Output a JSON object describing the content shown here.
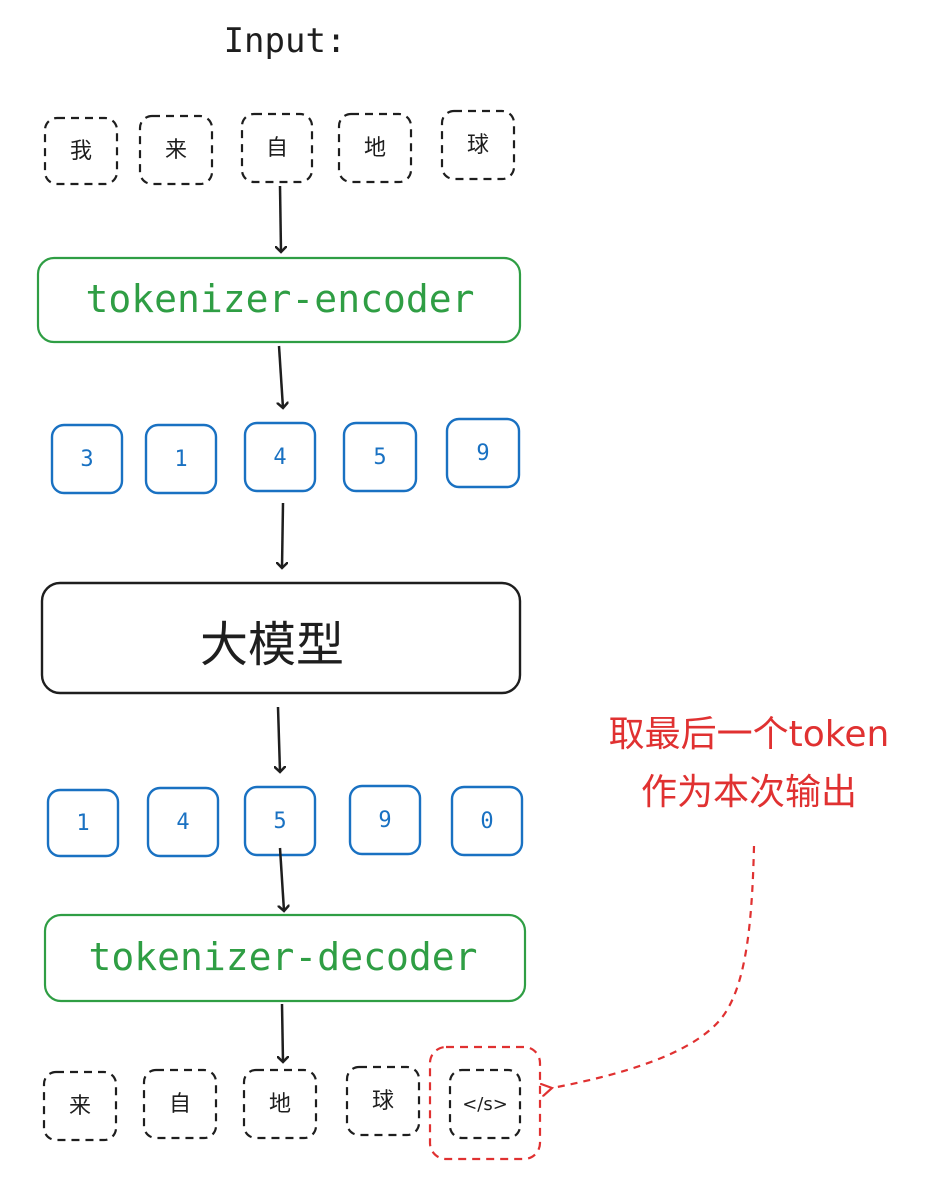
{
  "input_label": "Input:",
  "input_tokens": [
    "我",
    "来",
    "自",
    "地",
    "球"
  ],
  "encoder_label": "tokenizer-encoder",
  "encoded_ids": [
    "3",
    "1",
    "4",
    "5",
    "9"
  ],
  "model_label": "大模型",
  "output_ids": [
    "1",
    "4",
    "5",
    "9",
    "0"
  ],
  "decoder_label": "tokenizer-decoder",
  "output_tokens": [
    "来",
    "自",
    "地",
    "球",
    "</s>"
  ],
  "annotation": {
    "line1": "取最后一个token",
    "line2": "作为本次输出"
  },
  "colors": {
    "black": "#1e1e1e",
    "green": "#2f9e44",
    "blue": "#1971c2",
    "red": "#e03131"
  }
}
